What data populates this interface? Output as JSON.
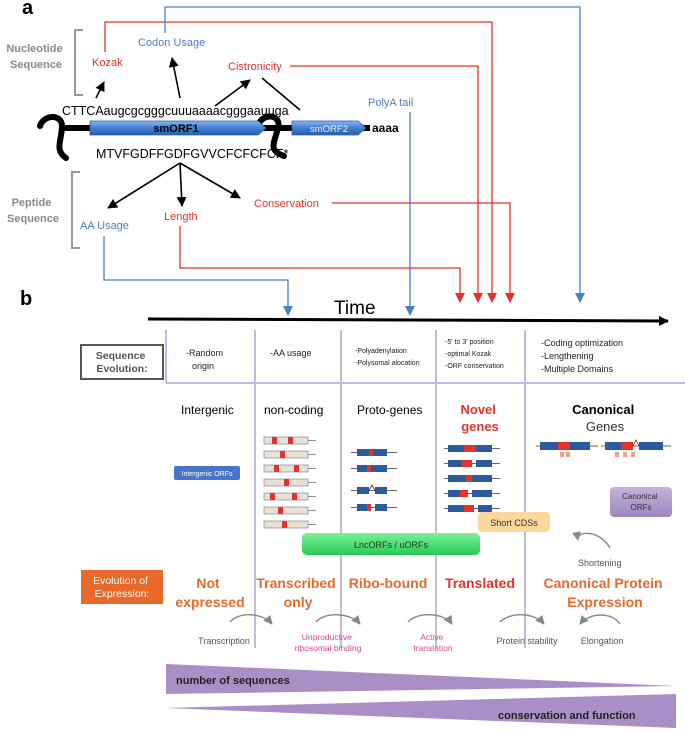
{
  "panel_a": {
    "label": "a",
    "nucleotide_label_line1": "Nucleotide",
    "nucleotide_label_line2": "Sequence",
    "peptide_label_line1": "Peptide",
    "peptide_label_line2": "Sequence",
    "kozak": "Kozak",
    "codon_usage": "Codon Usage",
    "cistronicity": "Cistronicity",
    "polya_tail": "PolyA tail",
    "nucleotide_sequence": "CTTCAaugcgcgggcuuuaaaacgggaauuga",
    "smorf1": "smORF1",
    "smorf2": "smORF2",
    "aaaa": "aaaa",
    "peptide_sequence": "MTVFGDFFGDFGVVCFCFCFCF*",
    "aa_usage": "AA Usage",
    "length": "Length",
    "conservation": "Conservation"
  },
  "panel_b": {
    "label": "b",
    "time": "Time",
    "sequence_evolution_line1": "Sequence",
    "sequence_evolution_line2": "Evolution:",
    "evolution_of_expression_line1": "Evolution of",
    "evolution_of_expression_line2": "Expression:",
    "stages": [
      {
        "seq_notes": [
          "-Random",
          "origin"
        ],
        "name": "Intergenic",
        "expression": [
          "Not",
          "expressed"
        ]
      },
      {
        "seq_notes": [
          "-AA  usage"
        ],
        "name": "non-coding",
        "expression": [
          "Transcribed",
          "only"
        ]
      },
      {
        "seq_notes": [
          "-Polyadenylation",
          "-Polysomal alocation"
        ],
        "name": "Proto-genes",
        "expression": [
          "Ribo-bound"
        ]
      },
      {
        "seq_notes": [
          "-5' to 3' position",
          "-optimal Kozak",
          "-ORF conservation"
        ],
        "name_line1": "Novel",
        "name_line2": "genes",
        "expression": [
          "Translated"
        ]
      },
      {
        "seq_notes": [
          "-Coding optimization",
          "-Lengthening",
          "-Multiple Domains"
        ],
        "name_line1": "Canonical",
        "name_line2": "Genes",
        "expression": [
          "Canonical Protein",
          "Expression"
        ]
      }
    ],
    "intergenic_orfs": "Intergenic ORFs",
    "lncorfs": "LncORFs / uORFs",
    "short_cds": "Short CDSs",
    "canonical_orfs_line1": "Canonical",
    "canonical_orfs_line2": "ORFs",
    "shortening": "Shortening",
    "transitions": {
      "transcription": "Transcription",
      "unproductive_line1": "Unproductive",
      "unproductive_line2": "ribosomal binding",
      "active_line1": "Active",
      "active_line2": "translation",
      "protein_stability": "Protein stability",
      "elongation": "Elongation"
    },
    "number_of_sequences": "number of sequences",
    "conservation_and_function": "conservation and function",
    "colors": {
      "red": "#e8312a",
      "blue": "#4a7fc4",
      "purple": "#a98fc6",
      "orange": "#e8692a",
      "green": "#3ddc6a",
      "peach": "#fbd79b"
    }
  }
}
